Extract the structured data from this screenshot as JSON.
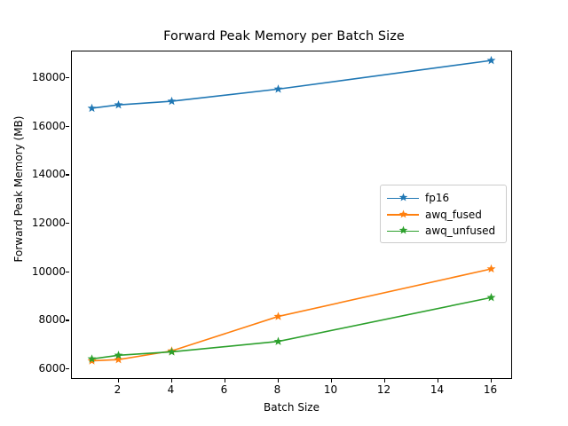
{
  "chart_data": {
    "type": "line",
    "title": "Forward Peak Memory per Batch Size",
    "xlabel": "Batch Size",
    "ylabel": "Forward Peak Memory (MB)",
    "x": [
      1,
      2,
      4,
      8,
      16
    ],
    "xlim": [
      0.25,
      16.75
    ],
    "ylim": [
      5640,
      19100
    ],
    "xticks": [
      2,
      4,
      6,
      8,
      10,
      12,
      14,
      16
    ],
    "xtick_labels": [
      "2",
      "4",
      "6",
      "8",
      "10",
      "12",
      "14",
      "16"
    ],
    "yticks": [
      6000,
      8000,
      10000,
      12000,
      14000,
      16000,
      18000
    ],
    "ytick_labels": [
      "6000",
      "8000",
      "10000",
      "12000",
      "14000",
      "16000",
      "18000"
    ],
    "grid": false,
    "legend_position": "center right",
    "marker": "star",
    "series": [
      {
        "name": "fp16",
        "color": "#1f77b4",
        "values": [
          16760,
          16900,
          17050,
          17550,
          18730
        ]
      },
      {
        "name": "awq_fused",
        "color": "#ff7f0e",
        "values": [
          6350,
          6400,
          6760,
          8180,
          10140
        ]
      },
      {
        "name": "awq_unfused",
        "color": "#2ca02c",
        "values": [
          6430,
          6580,
          6720,
          7150,
          8960
        ]
      }
    ]
  },
  "figure": {
    "title": "Forward Peak Memory per Batch Size",
    "xlabel": "Batch Size",
    "ylabel": "Forward Peak Memory (MB)"
  },
  "legend": {
    "entries": [
      {
        "label": "fp16"
      },
      {
        "label": "awq_fused"
      },
      {
        "label": "awq_unfused"
      }
    ]
  }
}
